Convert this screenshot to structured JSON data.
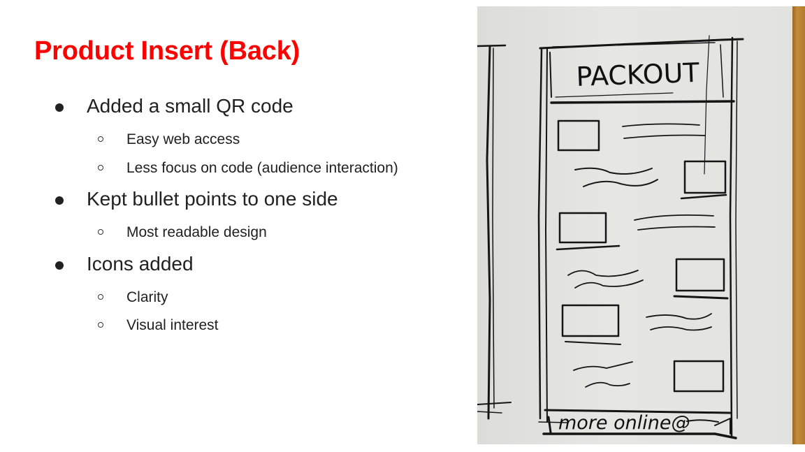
{
  "slide": {
    "title": "Product Insert (Back)",
    "title_color": "#ff0000",
    "bullets": [
      {
        "text": "Added a small QR code",
        "sub": [
          "Easy web access",
          "Less focus on code (audience interaction)"
        ]
      },
      {
        "text": "Kept bullet points to one side",
        "sub": [
          "Most readable design"
        ]
      },
      {
        "text": "Icons added",
        "sub": [
          "Clarity",
          "Visual interest"
        ]
      }
    ]
  },
  "photo": {
    "description": "Hand-drawn sketch of product insert back",
    "header_text": "PACKOUT",
    "footer_text": "more online@"
  }
}
